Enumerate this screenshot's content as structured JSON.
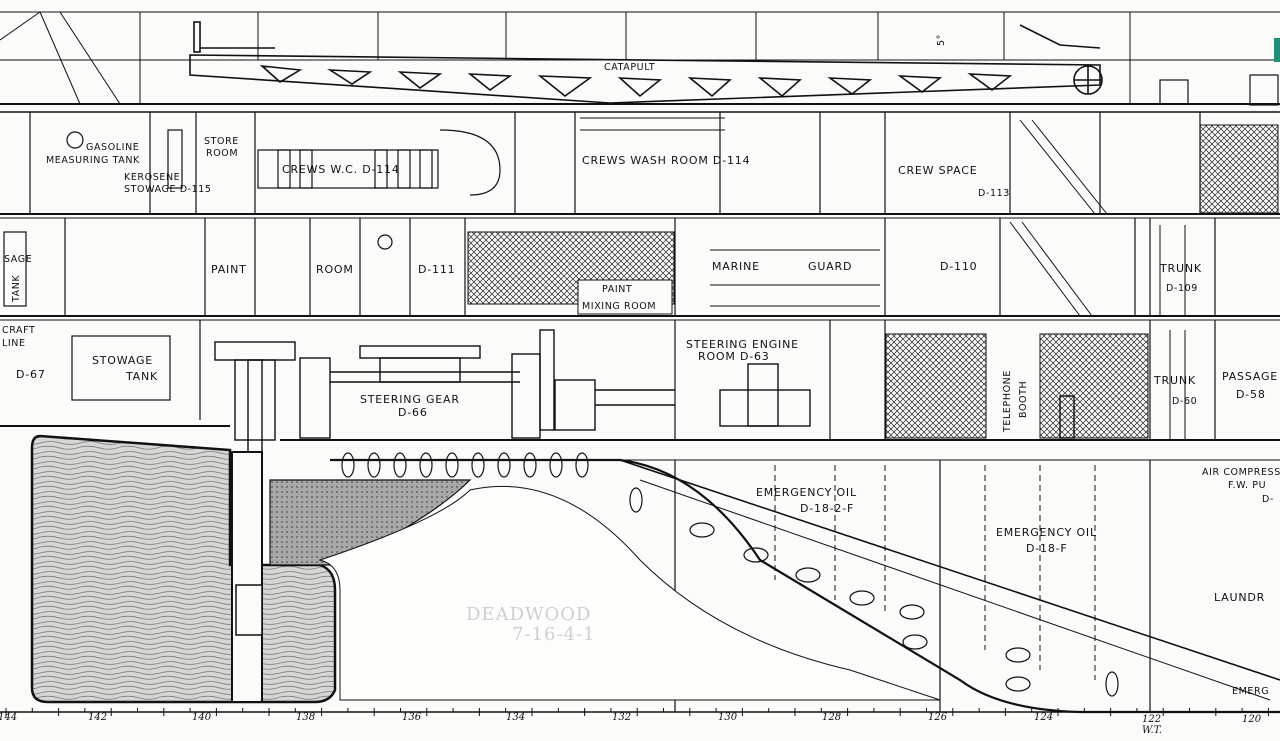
{
  "labels": {
    "catapult": "CATAPULT",
    "gasoline": "GASOLINE",
    "measuring": "MEASURING TANK",
    "store1": "STORE",
    "store2": "ROOM",
    "kerosene1": "KEROSENE",
    "kerosene2": "STOWAGE D-115",
    "crews_wc": "CREWS W.C.  D-114",
    "crews_wash": "CREWS  WASH  ROOM  D-114",
    "crew_space": "CREW   SPACE",
    "crew_space_id": "D-113",
    "sage": "SAGE",
    "tank_v": "TANK",
    "paint_room": "PAINT",
    "room": "ROOM",
    "d111": "D-111",
    "paint_mix1": "PAINT",
    "paint_mix2": "MIXING ROOM",
    "marine": "MARINE",
    "guard": "GUARD",
    "d110": "D-110",
    "trunk_top": "TRUNK",
    "d109": "D-109",
    "craft": "CRAFT",
    "line": "LINE",
    "d67": "D-67",
    "stowage1": "STOWAGE",
    "stowage2": "TANK",
    "steering_gear": "STEERING GEAR",
    "d66": "D-66",
    "steering_engine1": "STEERING ENGINE",
    "steering_engine2": "ROOM   D-63",
    "telephone": "TELEPHONE",
    "booth": "BOOTH",
    "trunk_mid": "TRUNK",
    "d60": "D-60",
    "passage": "PASSAGE",
    "d58": "D-58",
    "air_compress": "AIR COMPRESS",
    "fw_pu": "F.W. PU",
    "d_frag": "D-",
    "emergency_oil_1": "EMERGENCY  OIL",
    "d18_2f": "D-18-2-F",
    "emergency_oil_2": "EMERGENCY OIL",
    "d18f": "D-18-F",
    "laundry": "LAUNDR",
    "emerg": "EMERG",
    "five_deg": "5°",
    "wt1": "W.T.",
    "stamp1": "DEADWOOD",
    "stamp2": "7-16-4-1"
  },
  "frames": [
    "144",
    "142",
    "140",
    "138",
    "136",
    "134",
    "132",
    "130",
    "128",
    "126",
    "124",
    "122",
    "120"
  ],
  "colors": {
    "ink": "#111111",
    "paper": "#fbfbf9",
    "accent_tab": "#1f8f7a"
  }
}
